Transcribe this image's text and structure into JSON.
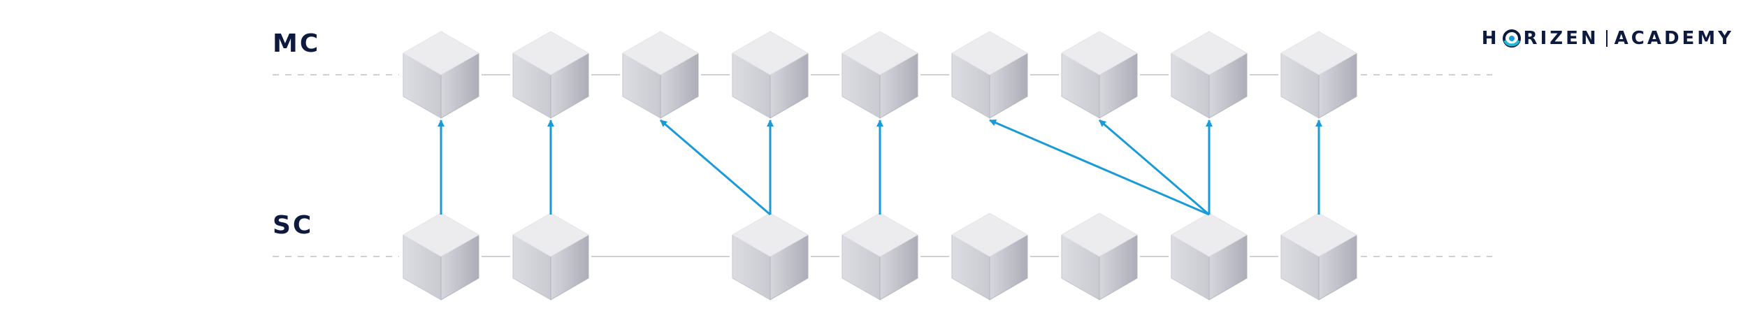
{
  "rows": {
    "mc": {
      "label": "MC",
      "blocks": 9
    },
    "sc": {
      "label": "SC",
      "blocks": 8
    }
  },
  "logo": {
    "word1_a": "H",
    "word1_b": "RIZEN",
    "word2": "ACADEMY"
  },
  "colors": {
    "arrow": "#1a9ad6",
    "line": "#cfd0d4",
    "block_top": "#ececef",
    "block_left": "#d4d5db",
    "block_right": "#b9bac3"
  },
  "references": [
    {
      "from_sc": 1,
      "to_mc": 1
    },
    {
      "from_sc": 2,
      "to_mc": 2
    },
    {
      "from_sc": 3,
      "to_mc": 3
    },
    {
      "from_sc": 3,
      "to_mc": 4
    },
    {
      "from_sc": 4,
      "to_mc": 5
    },
    {
      "from_sc": 7,
      "to_mc": 6
    },
    {
      "from_sc": 7,
      "to_mc": 7
    },
    {
      "from_sc": 7,
      "to_mc": 8
    },
    {
      "from_sc": 8,
      "to_mc": 9
    }
  ]
}
